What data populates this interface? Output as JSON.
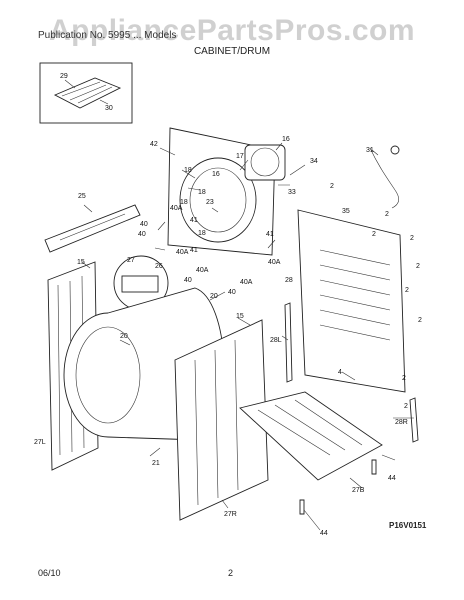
{
  "watermark": "AppliancePartsPros.com",
  "header": "Publication No. 5995 ... Models",
  "section_title": "CABINET/DRUM",
  "diagram_code": "P16V0151",
  "footer": {
    "date": "06/10",
    "page": "2"
  },
  "part_labels": {
    "p29": "29",
    "p30": "30",
    "p42": "42",
    "p16a": "16",
    "p17": "17",
    "p34": "34",
    "p33": "33",
    "p31": "31",
    "p18a": "18",
    "p16b": "16",
    "p18b": "18",
    "p18c": "18",
    "p23": "23",
    "p40a1": "40A",
    "p40a": "40",
    "p41a": "41",
    "p2a": "2",
    "p35": "35",
    "p2b": "2",
    "p2c": "2",
    "p2d": "2",
    "p2e": "2",
    "p25": "25",
    "p40b": "40",
    "p18d": "18",
    "p40a2": "40A",
    "p41b": "41",
    "p41c": "41",
    "p40a3": "40A",
    "p40c": "40",
    "p40a4": "40A",
    "p40d": "40",
    "p40a5": "40A",
    "p15a": "15",
    "p27": "27",
    "p26": "26",
    "p20": "20",
    "p28": "28",
    "p2f": "2",
    "p2g": "2",
    "p15b": "15",
    "p20b": "20",
    "p28l": "28L",
    "p4": "4",
    "p2h": "2",
    "p2i": "2",
    "p27l": "27L",
    "p21": "21",
    "p27r": "27R",
    "p28r": "28R",
    "p44a": "44",
    "p27b": "27B",
    "p44b": "44"
  }
}
